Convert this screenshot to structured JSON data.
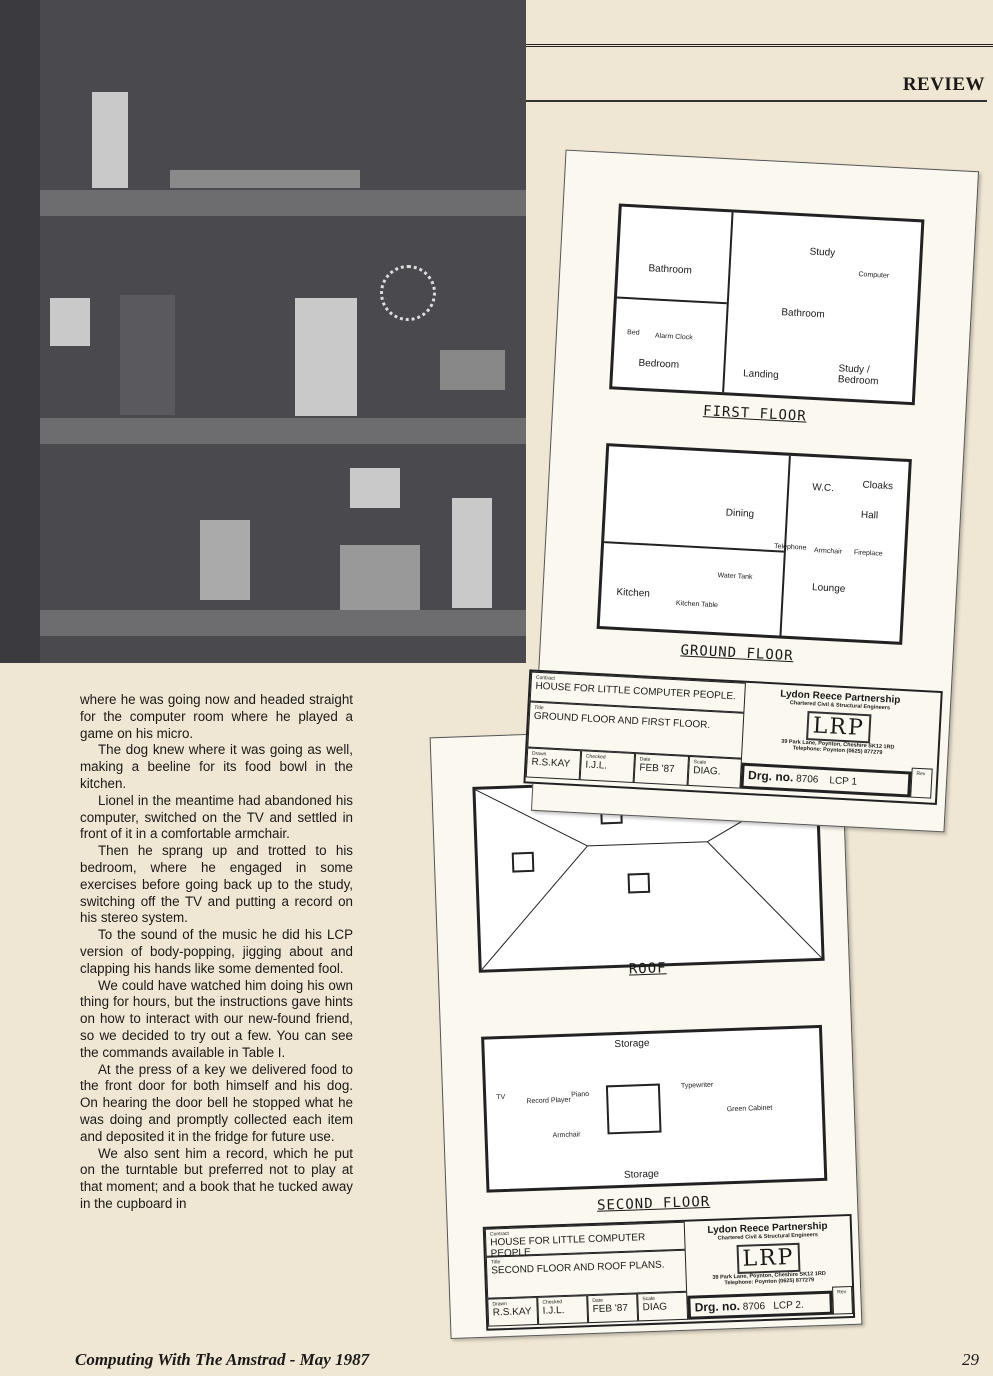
{
  "header": {
    "section": "REVIEW"
  },
  "article": {
    "paragraphs": [
      "where he was going now and headed straight for the computer room where he played a game on his micro.",
      "The dog knew where it was going as well, making a beeline for its food bowl in the kitchen.",
      "Lionel in the meantime had abandoned his computer, switched on the TV and settled in front of it in a comfortable armchair.",
      "Then he sprang up and trotted to his bedroom, where he engaged in some exercises before going back up to the study, switching off the TV and putting a record on his stereo system.",
      "To the sound of the music he did his LCP version of body-popping, jigging about and clapping his hands like some demented fool.",
      "We could have watched him doing his own thing for hours, but the instructions gave hints on how to interact with our new-found friend, so we decided to try out a few. You can see the commands available in Table I.",
      "At the press of a key we delivered food to the front door for both himself and his dog. On hearing the door bell he stopped what he was doing and promptly collected each item and deposited it in the fridge for future use.",
      "We also sent him a record, which he put on the turntable but preferred not to play at that moment; and a book that he tucked away in the cupboard in"
    ]
  },
  "drawing1": {
    "first_floor": {
      "caption": "FIRST FLOOR",
      "rooms": [
        "Bathroom",
        "Study",
        "Computer",
        "Bathroom",
        "Bed",
        "Alarm Clock",
        "Bedroom",
        "Landing",
        "Study / Bedroom"
      ]
    },
    "ground_floor": {
      "caption": "GROUND FLOOR",
      "rooms": [
        "Dining",
        "W.C.",
        "Cloaks",
        "Hall",
        "Telephone",
        "Armchair",
        "Fireplace",
        "Lounge",
        "Kitchen",
        "Water Tank",
        "Kitchen Table"
      ]
    },
    "title_block": {
      "contract_label": "Contract",
      "contract": "HOUSE FOR LITTLE COMPUTER PEOPLE.",
      "title_label": "Title",
      "title": "GROUND FLOOR AND FIRST FLOOR.",
      "drawn_label": "Drawn",
      "drawn": "R.S.KAY",
      "checked_label": "Checked",
      "checked": "I.J.L.",
      "date_label": "Date",
      "date": "FEB '87",
      "scale_label": "Scale",
      "scale": "DIAG.",
      "firm": "Lydon Reece Partnership",
      "firm_sub": "Chartered Civil & Structural Engineers",
      "logo": "LRP",
      "address": "39 Park Lane, Poynton, Cheshire SK12 1RD",
      "phone": "Telephone: Poynton (0625) 877279",
      "drg_label": "Drg. no.",
      "drg_no": "8706",
      "sheet": "LCP 1",
      "rev_label": "Rev"
    }
  },
  "drawing2": {
    "roof": {
      "caption": "ROOF"
    },
    "second_floor": {
      "caption": "SECOND FLOOR",
      "rooms": [
        "Storage",
        "TV",
        "Record Player",
        "Piano",
        "Typewriter",
        "Green Cabinet",
        "Armchair",
        "Storage"
      ]
    },
    "title_block": {
      "contract_label": "Contract",
      "contract": "HOUSE FOR LITTLE COMPUTER PEOPLE.",
      "title_label": "Title",
      "title": "SECOND FLOOR AND ROOF PLANS.",
      "drawn_label": "Drawn",
      "drawn": "R.S.KAY",
      "checked_label": "Checked",
      "checked": "I.J.L.",
      "date_label": "Date",
      "date": "FEB '87",
      "scale_label": "Scale",
      "scale": "DIAG",
      "firm": "Lydon Reece Partnership",
      "firm_sub": "Chartered Civil & Structural Engineers",
      "logo": "LRP",
      "address": "39 Park Lane, Poynton, Cheshire SK12 1RD",
      "phone": "Telephone: Poynton (0625) 877279",
      "drg_label": "Drg. no.",
      "drg_no": "8706",
      "sheet": "LCP 2.",
      "rev_label": "Rev"
    }
  },
  "footer": {
    "publication": "Computing With The Amstrad - May 1987",
    "page": "29"
  }
}
